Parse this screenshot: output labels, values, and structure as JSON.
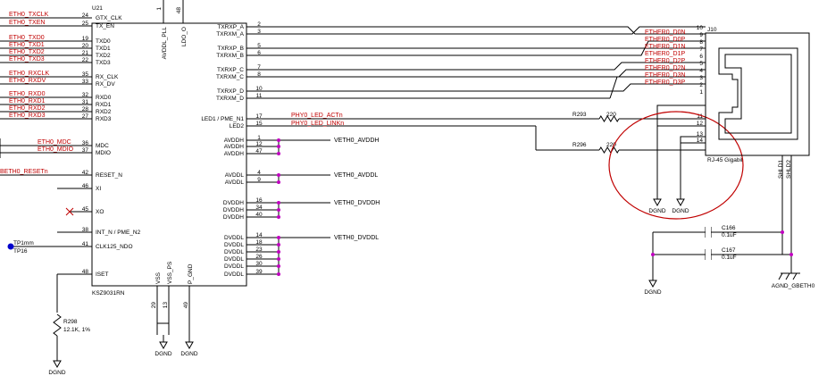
{
  "chip": {
    "refdes": "U21",
    "part": "KSZ9031RN",
    "top_pins": [
      {
        "num": "1",
        "name": "AVDDL_PLL"
      },
      {
        "num": "48",
        "name": "LDO_O"
      }
    ],
    "left_pins": [
      {
        "num": "24",
        "name": "GTX_CLK",
        "net": "ETH0_TXCLK"
      },
      {
        "num": "25",
        "name": "TX_EN",
        "net": "ETH0_TXEN"
      },
      {
        "num": "19",
        "name": "TXD0",
        "net": "ETH0_TXD0"
      },
      {
        "num": "20",
        "name": "TXD1",
        "net": "ETH0_TXD1"
      },
      {
        "num": "21",
        "name": "TXD2",
        "net": "ETH0_TXD2"
      },
      {
        "num": "22",
        "name": "TXD3",
        "net": "ETH0_TXD3"
      },
      {
        "num": "35",
        "name": "RX_CLK",
        "net": "ETH0_RXCLK"
      },
      {
        "num": "33",
        "name": "RX_DV",
        "net": "ETH0_RXDV"
      },
      {
        "num": "32",
        "name": "RXD0",
        "net": "ETH0_RXD0"
      },
      {
        "num": "31",
        "name": "RXD1",
        "net": "ETH0_RXD1"
      },
      {
        "num": "28",
        "name": "RXD2",
        "net": "ETH0_RXD2"
      },
      {
        "num": "27",
        "name": "RXD3",
        "net": "ETH0_RXD3"
      },
      {
        "num": "36",
        "name": "MDC",
        "net": "ETH0_MDC"
      },
      {
        "num": "37",
        "name": "MDIO",
        "net": "ETH0_MDIO"
      },
      {
        "num": "42",
        "name": "RESET_N",
        "net": "BETH0_RESETn"
      },
      {
        "num": "46",
        "name": "XI",
        "net": ""
      },
      {
        "num": "45",
        "name": "XO",
        "net": ""
      },
      {
        "num": "38",
        "name": "INT_N / PME_N2",
        "net": ""
      },
      {
        "num": "41",
        "name": "CLK125_NDO",
        "net": ""
      },
      {
        "num": "48",
        "name": "ISET",
        "net": ""
      }
    ],
    "right_pins": [
      {
        "num": "2",
        "name": "TXRXP_A"
      },
      {
        "num": "3",
        "name": "TXRXM_A"
      },
      {
        "num": "5",
        "name": "TXRXP_B"
      },
      {
        "num": "6",
        "name": "TXRXM_B"
      },
      {
        "num": "7",
        "name": "TXRXP_C"
      },
      {
        "num": "8",
        "name": "TXRXM_C"
      },
      {
        "num": "10",
        "name": "TXRXP_D"
      },
      {
        "num": "11",
        "name": "TXRXM_D"
      },
      {
        "num": "17",
        "name": "LED1 / PME_N1"
      },
      {
        "num": "15",
        "name": "LED2"
      },
      {
        "num": "1",
        "name": "AVDDH"
      },
      {
        "num": "12",
        "name": "AVDDH"
      },
      {
        "num": "47",
        "name": "AVDDH"
      },
      {
        "num": "4",
        "name": "AVDDL"
      },
      {
        "num": "9",
        "name": "AVDDL"
      },
      {
        "num": "16",
        "name": "DVDDH"
      },
      {
        "num": "34",
        "name": "DVDDH"
      },
      {
        "num": "40",
        "name": "DVDDH"
      },
      {
        "num": "14",
        "name": "DVDDL"
      },
      {
        "num": "18",
        "name": "DVDDL"
      },
      {
        "num": "23",
        "name": "DVDDL"
      },
      {
        "num": "26",
        "name": "DVDDL"
      },
      {
        "num": "30",
        "name": "DVDDL"
      },
      {
        "num": "39",
        "name": "DVDDL"
      }
    ],
    "bottom_pins": [
      {
        "num": "29",
        "name": "VSS"
      },
      {
        "num": "13",
        "name": "VSS_PS"
      },
      {
        "num": "49",
        "name": "P_GND"
      }
    ]
  },
  "ethernet_nets": [
    "ETHER0_D0N",
    "ETHER0_D0P",
    "ETHER0_D1N",
    "ETHER0_D1P",
    "ETHER0_D2P",
    "ETHER0_D2N",
    "ETHER0_D3N",
    "ETHER0_D3P"
  ],
  "led_nets": [
    "PHY0_LED_ACTn",
    "PHY0_LED_LINKn"
  ],
  "power_nets": {
    "avddh": "VETH0_AVDDH",
    "avddl": "VETH0_AVDDL",
    "dvddh": "VETH0_DVDDH",
    "dvddl": "VETH0_DVDDL"
  },
  "connector": {
    "refdes": "J10",
    "name": "RJ-45 Gigabit",
    "pins": [
      "10",
      "9",
      "8",
      "7",
      "6",
      "5",
      "4",
      "3",
      "2",
      "1"
    ],
    "led_pins": [
      "11",
      "12",
      "13",
      "14"
    ],
    "shield_pins": [
      "SHLD1",
      "SHLD2"
    ]
  },
  "resistors": [
    {
      "ref": "R293",
      "value": "220"
    },
    {
      "ref": "R296",
      "value": "220"
    },
    {
      "ref": "R298",
      "value": "12.1K, 1%"
    }
  ],
  "capacitors": [
    {
      "ref": "C166",
      "value": "0.1uF"
    },
    {
      "ref": "C167",
      "value": "0.1uF"
    }
  ],
  "grounds": {
    "dgnd": "DGND",
    "agnd": "AGND_GBETH0"
  },
  "testpoint": {
    "label": "TP1mm",
    "ref": "TP16"
  },
  "colors": {
    "wire": "#000000",
    "net_label": "#c00000",
    "highlight": "#c00000",
    "junction": "#c000c0",
    "testpoint": "#0000cc"
  }
}
